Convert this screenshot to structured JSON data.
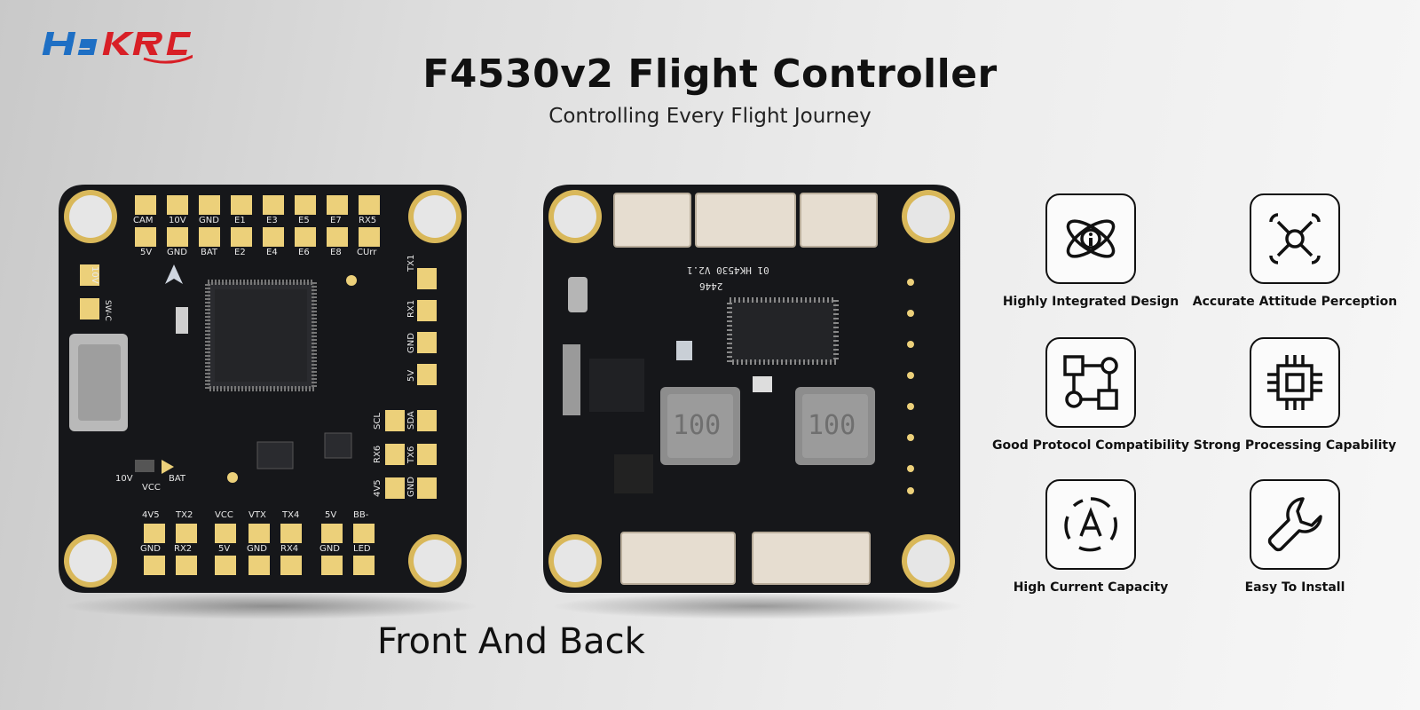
{
  "brand": {
    "logo_text": "HAKRC"
  },
  "header": {
    "title": "F4530v2 Flight Controller",
    "subtitle": "Controlling Every Flight Journey"
  },
  "caption": "Front And Back",
  "front_board": {
    "top_row_upper": [
      "CAM",
      "10V",
      "GND",
      "E1",
      "E3",
      "E5",
      "E7",
      "RX5"
    ],
    "top_row_lower": [
      "5V",
      "GND",
      "BAT",
      "E2",
      "E4",
      "E6",
      "E8",
      "CUrr"
    ],
    "left_pads": [
      "10V",
      "SW-C"
    ],
    "right_pads": [
      "TX1",
      "RX1",
      "GND",
      "5V"
    ],
    "right_cluster_labels": [
      "SCL",
      "SDA",
      "RX6",
      "TX6",
      "4V5",
      "GND"
    ],
    "bottom_row_upper": [
      "4V5",
      "TX2",
      "VCC",
      "VTX",
      "TX4",
      "5V",
      "BB-"
    ],
    "bottom_row_lower": [
      "GND",
      "RX2",
      "5V",
      "GND",
      "RX4",
      "GND",
      "LED"
    ],
    "misc_labels": [
      "10V",
      "VCC",
      "BAT"
    ]
  },
  "back_board": {
    "marking": "01 HK4530 V2.1",
    "date_code": "2446",
    "inductor_left": "100",
    "inductor_right": "100"
  },
  "features": [
    {
      "label": "Highly Integrated Design",
      "icon": "atom-icon"
    },
    {
      "label": "Accurate Attitude Perception",
      "icon": "drone-icon"
    },
    {
      "label": "Good Protocol Compatibility",
      "icon": "protocol-diagram-icon"
    },
    {
      "label": "Strong Processing Capability",
      "icon": "cpu-chip-icon"
    },
    {
      "label": "High Current Capacity",
      "icon": "ampere-icon"
    },
    {
      "label": "Easy To Install",
      "icon": "wrench-icon"
    }
  ],
  "colors": {
    "logo_blue": "#1e6fc4",
    "logo_red": "#d81f26",
    "pcb": "#16171a",
    "pad_gold": "#ecd07a",
    "connector": "#e6ddd0"
  }
}
